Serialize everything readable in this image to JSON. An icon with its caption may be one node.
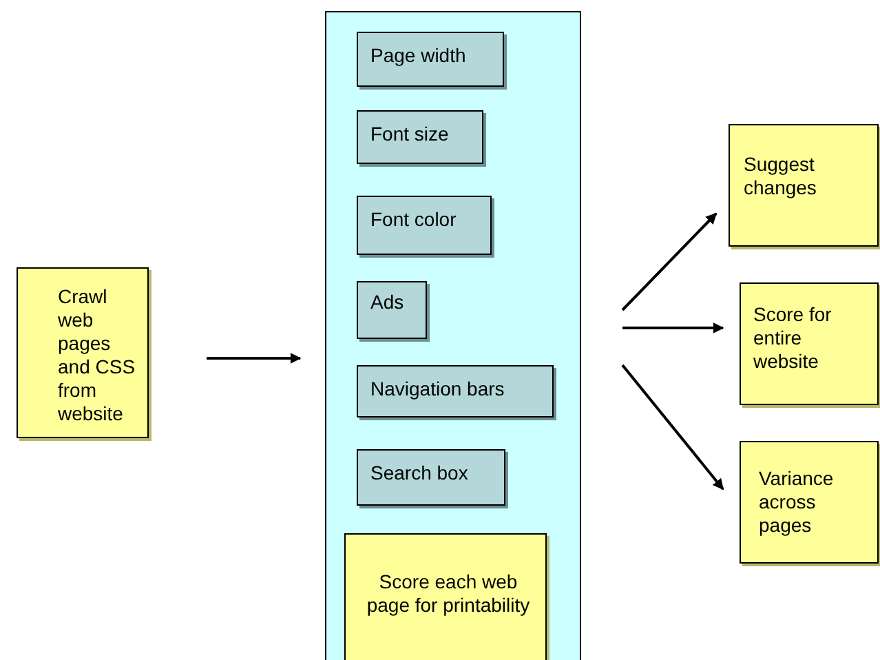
{
  "diagram": {
    "nodes": [
      {
        "text": [
          "Crawl web pages and CSS from website"
        ]
      },
      {
        "text": [],
        "shape": "box"
      },
      {
        "text": [
          "Page width"
        ],
        "in": 1
      },
      {
        "text": [
          "Font size"
        ],
        "in": 1
      },
      {
        "text": [
          "Font color"
        ],
        "in": 1
      },
      {
        "text": [
          "Ads"
        ],
        "in": 1
      },
      {
        "text": [
          "Navigation bars"
        ],
        "in": 1
      },
      {
        "text": [
          "Search box"
        ],
        "in": 1
      },
      {
        "text": [
          "Score each web page for printability"
        ],
        "in": 1
      },
      {
        "text": [
          "Suggest changes"
        ]
      },
      {
        "text": [
          "Score for entire website"
        ]
      },
      {
        "text": [
          "Variance across pages"
        ]
      }
    ],
    "edges": [
      {
        "from": 0,
        "to": 1,
        "arrow": "to"
      },
      {
        "from": 1,
        "to": 9,
        "arrow": "to"
      },
      {
        "from": 1,
        "to": 10,
        "arrow": "to"
      },
      {
        "from": 1,
        "to": 11,
        "arrow": "to"
      }
    ]
  }
}
